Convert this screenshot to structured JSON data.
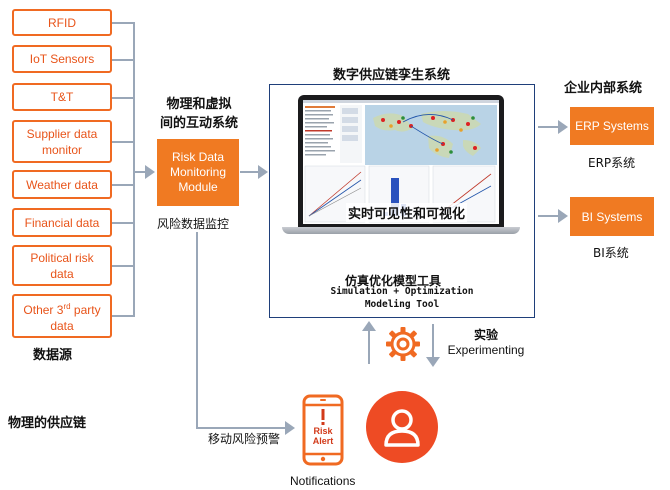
{
  "sources": {
    "items": [
      {
        "label": "RFID"
      },
      {
        "label": "IoT Sensors"
      },
      {
        "label": "T&T"
      },
      {
        "label": "Supplier data monitor"
      },
      {
        "label": "Weather data"
      },
      {
        "label": "Financial data"
      },
      {
        "label": "Political risk data"
      },
      {
        "label_pre": "Other 3",
        "label_sup": "rd",
        "label_post": " party data"
      }
    ],
    "caption": "数据源"
  },
  "physical_chain": "物理的供应链",
  "interaction": {
    "title_line1": "物理和虚拟",
    "title_line2": "间的互动系统",
    "module_label": "Risk Data Monitoring Module",
    "module_caption": "风险数据监控"
  },
  "twin": {
    "title": "数字供应链孪生系统",
    "visibility_caption": "实时可见性和可视化",
    "sim_cn": "仿真优化模型工具",
    "sim_en_line1": "Simulation + Optimization",
    "sim_en_line2": "Modeling Tool"
  },
  "experiment": {
    "cn": "实验",
    "en": "Experimenting"
  },
  "enterprise": {
    "title": "企业内部系统",
    "erp_label": "ERP Systems",
    "erp_caption": "ERP系统",
    "bi_label": "BI Systems",
    "bi_caption": "BI系统"
  },
  "mobile": {
    "alert_line1": "Risk",
    "alert_line2": "Alert",
    "caption": "移动风险预警",
    "notifications": "Notifications"
  },
  "colors": {
    "accent": "#f07a22",
    "alert_red": "#ee4b24",
    "connector": "#9aa7b8",
    "frame": "#1f3f7a"
  }
}
